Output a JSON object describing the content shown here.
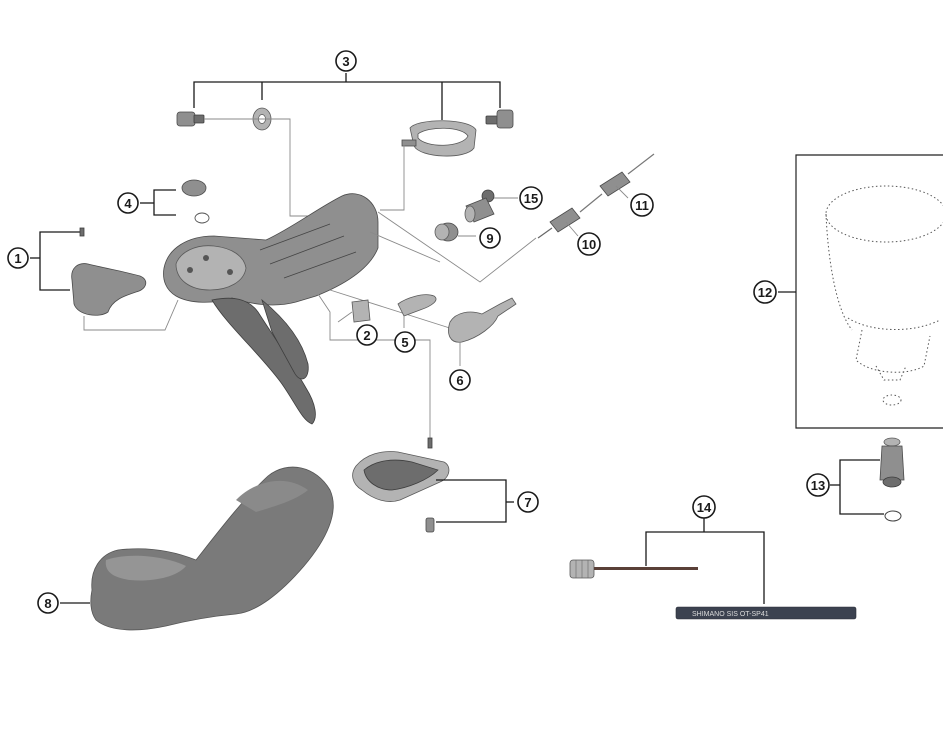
{
  "callouts": {
    "c1": "1",
    "c2": "2",
    "c3": "3",
    "c4": "4",
    "c5": "5",
    "c6": "6",
    "c7": "7",
    "c8": "8",
    "c9": "9",
    "c10": "10",
    "c11": "11",
    "c12": "12",
    "c13": "13",
    "c14": "14",
    "c15": "15"
  },
  "cable_print": "SHIMANO SIS OT-SP41"
}
